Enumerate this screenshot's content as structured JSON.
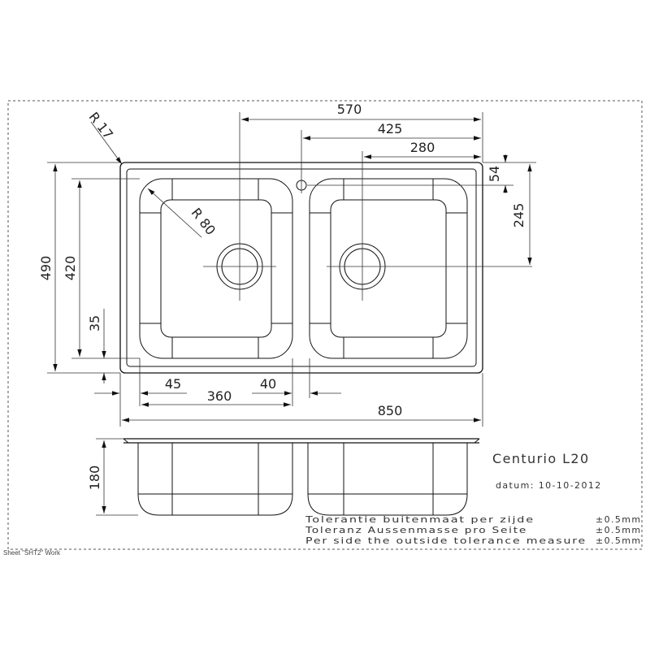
{
  "drawing": {
    "product_name": "Centurio L20",
    "date_text": "datum: 10-10-2012",
    "sheet_label": "Sheet \"SHT2\" Work"
  },
  "dimensions": {
    "radius_corner": "R 17",
    "radius_bowl": "R 80",
    "width_overall": "850",
    "depth_overall": "490",
    "inner_depth": "420",
    "bowl_bottom_offset": "35",
    "bowl_width": "360",
    "left_margin": "45",
    "bowl_gap": "40",
    "drain_to_edge": "570",
    "tap_hole_to_edge": "425",
    "drain_right_to_edge": "280",
    "tap_hole_offset": "54",
    "drain_from_top": "245",
    "bowl_height": "180"
  },
  "tolerances": [
    {
      "text": "Tolerantie buitenmaat per zijde",
      "value": "±0.5mm"
    },
    {
      "text": "Toleranz Aussenmasse pro Seite",
      "value": "±0.5mm"
    },
    {
      "text": "Per side the outside tolerance measure",
      "value": "±0.5mm"
    }
  ]
}
